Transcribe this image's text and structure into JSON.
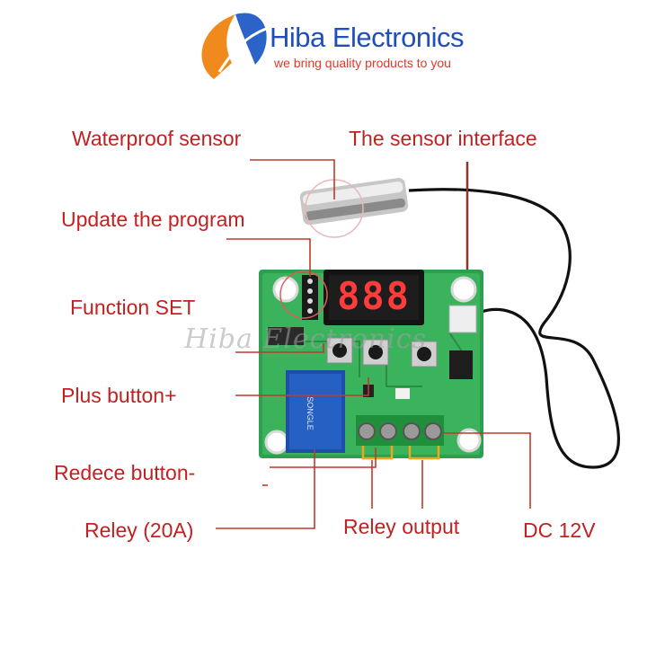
{
  "header": {
    "brand_name": "Hiba Electronics",
    "tagline": "we bring quality products to you"
  },
  "display": {
    "digits": "888"
  },
  "watermark": {
    "text": "Hiba Electronics"
  },
  "callouts": {
    "waterproof_sensor": "Waterproof sensor",
    "sensor_interface": "The sensor interface",
    "update_program": "Update the program",
    "function_set": "Function SET",
    "plus_button": "Plus button+",
    "reduce_button": "Redece button-",
    "relay": "Reley (20A)",
    "relay_output": "Reley output",
    "dc_power": "DC 12V"
  },
  "colors": {
    "callout_text": "#c02222",
    "leader_line": "#c0392b",
    "pcb": "#2e9e4f",
    "brand_blue": "#1f4fb8",
    "brand_orange": "#f08a1c",
    "relay_blue": "#1d4fa8"
  }
}
